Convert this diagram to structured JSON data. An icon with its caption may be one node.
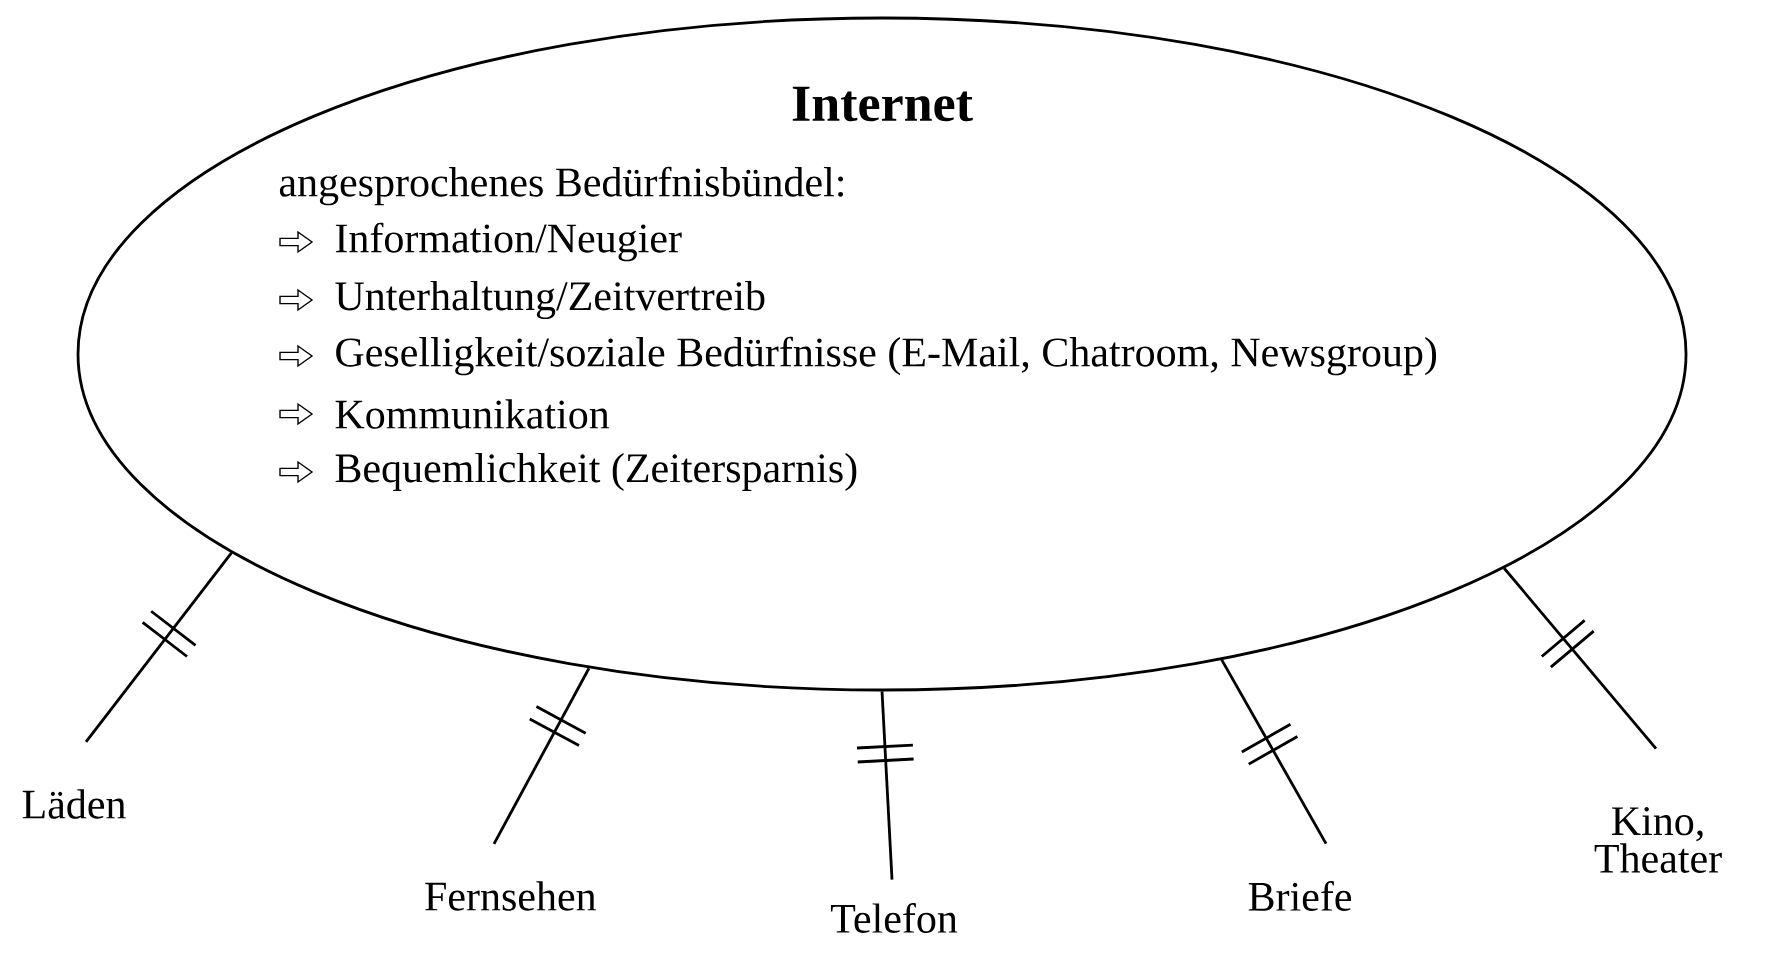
{
  "diagram": {
    "nodes": [
      {
        "text": [
          "Internet",
          "angesprochenes Bedürfnisbündel:",
          "Information/Neugier",
          "Unterhaltung/Zeitvertreib",
          "Geselligkeit/soziale Bedürfnisse (E-Mail, Chatroom, Newsgroup)",
          "Kommunikation",
          "Bequemlichkeit (Zeitersparnis)"
        ]
      },
      {
        "text": [
          "Läden"
        ]
      },
      {
        "text": [
          "Fernsehen"
        ]
      },
      {
        "text": [
          "Telefon"
        ]
      },
      {
        "text": [
          "Briefe"
        ]
      },
      {
        "text": [
          "Kino, Theater"
        ]
      }
    ],
    "edges": [
      {
        "from": 0,
        "to": 1,
        "arrow": "none"
      },
      {
        "from": 0,
        "to": 2,
        "arrow": "none"
      },
      {
        "from": 0,
        "to": 3,
        "arrow": "none"
      },
      {
        "from": 0,
        "to": 4,
        "arrow": "none"
      },
      {
        "from": 0,
        "to": 5,
        "arrow": "none"
      }
    ]
  }
}
